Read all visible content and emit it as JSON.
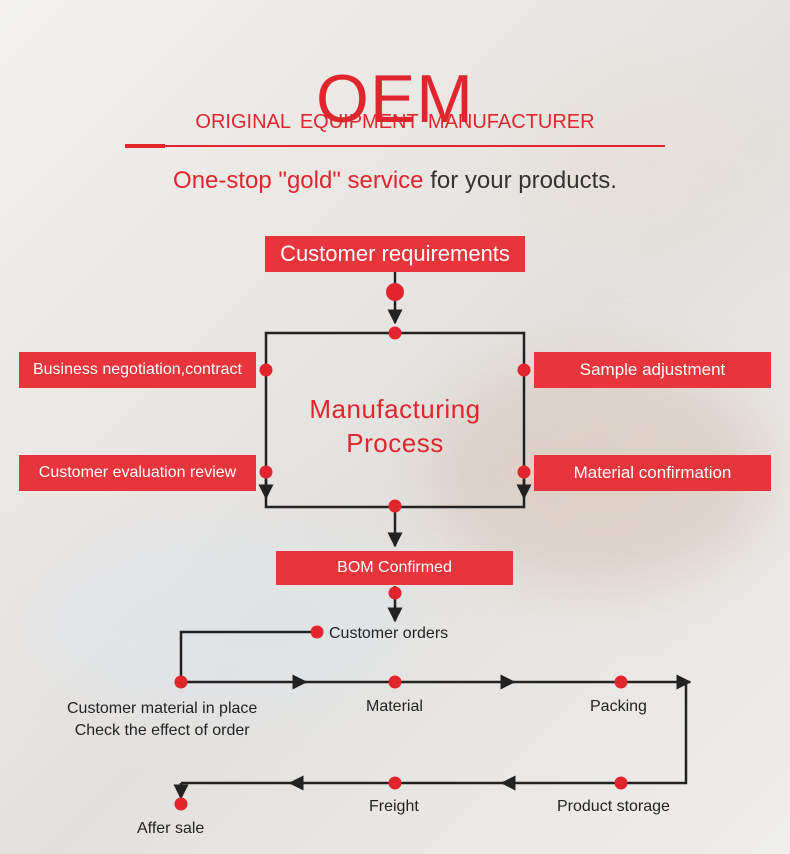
{
  "header": {
    "title": "OEM",
    "subtitle": "ORIGINAL EQUIPMENT MANUFACTURER",
    "tagline_red": "One-stop \"gold\" service",
    "tagline_dark": "for your products."
  },
  "flow": {
    "start": "Customer requirements",
    "center_line1": "Manufacturing",
    "center_line2": "Process",
    "left_top": "Business negotiation,contract",
    "left_bottom": "Customer evaluation review",
    "right_top": "Sample adjustment",
    "right_bottom": "Material confirmation",
    "bom": "BOM Confirmed",
    "orders": "Customer orders",
    "step_material_place_line1": "Customer material in place",
    "step_material_place_line2": "Check the effect of order",
    "step_material": "Material",
    "step_packing": "Packing",
    "step_storage": "Product storage",
    "step_freight": "Freight",
    "step_after_sale": "Affer sale"
  },
  "colors": {
    "accent": "#e0262c",
    "box": "#e8353b",
    "line": "#222222"
  }
}
